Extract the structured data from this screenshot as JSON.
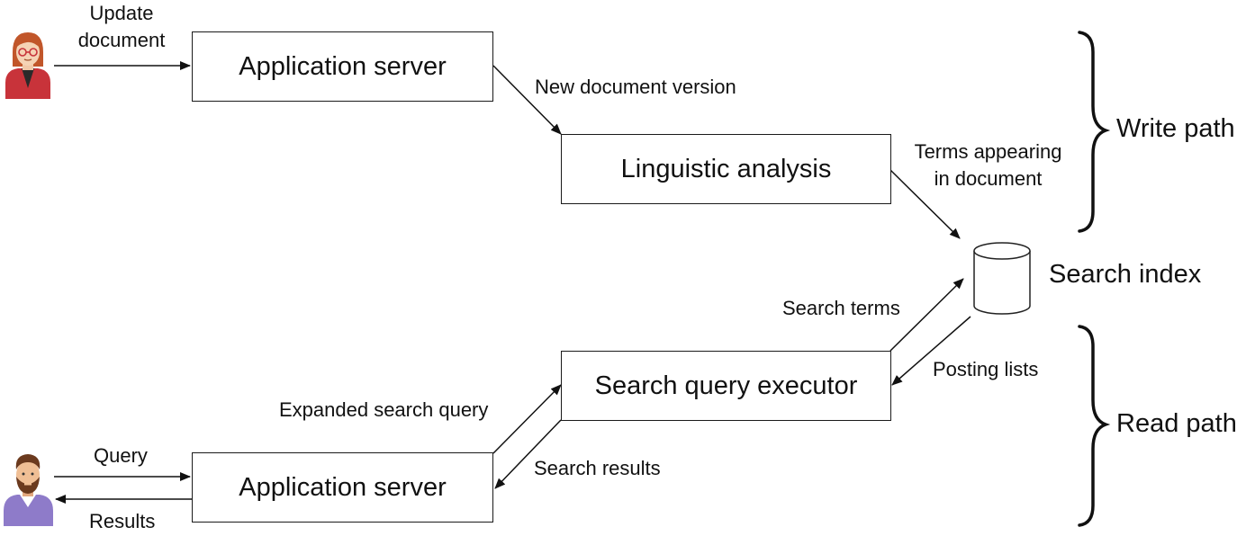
{
  "boxes": {
    "app_server_write": "Application server",
    "linguistic_analysis": "Linguistic analysis",
    "search_query_executor": "Search query executor",
    "app_server_read": "Application server"
  },
  "labels": {
    "update_document_line1": "Update",
    "update_document_line2": "document",
    "new_document_version": "New document version",
    "terms_appearing_line1": "Terms appearing",
    "terms_appearing_line2": "in document",
    "search_index": "Search index",
    "search_terms": "Search terms",
    "posting_lists": "Posting lists",
    "expanded_search_query": "Expanded search query",
    "search_results": "Search results",
    "query": "Query",
    "results": "Results"
  },
  "paths": {
    "write_path": "Write path",
    "read_path": "Read path"
  },
  "icons": {
    "writer": "woman-user-icon",
    "reader": "man-user-icon",
    "index": "database-cylinder-icon"
  }
}
